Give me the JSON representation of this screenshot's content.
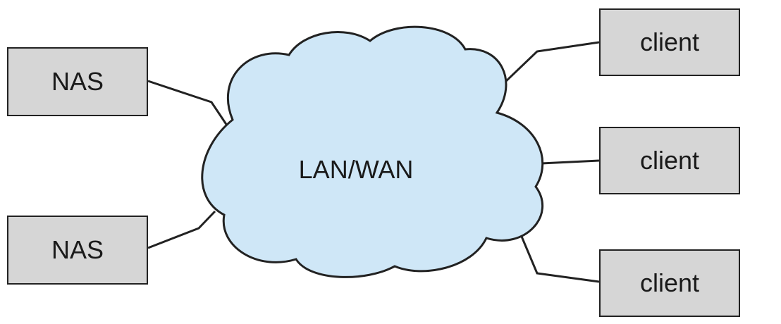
{
  "diagram": {
    "heading": "",
    "network_label": "LAN/WAN",
    "nodes": {
      "nas_top": "NAS",
      "nas_bottom": "NAS",
      "client_top": "client",
      "client_middle": "client",
      "client_bottom": "client"
    }
  },
  "colors": {
    "cloud_fill": "#cfe7f7",
    "cloud_stroke": "#222222",
    "box_fill": "#d6d6d6",
    "line": "#222222"
  }
}
